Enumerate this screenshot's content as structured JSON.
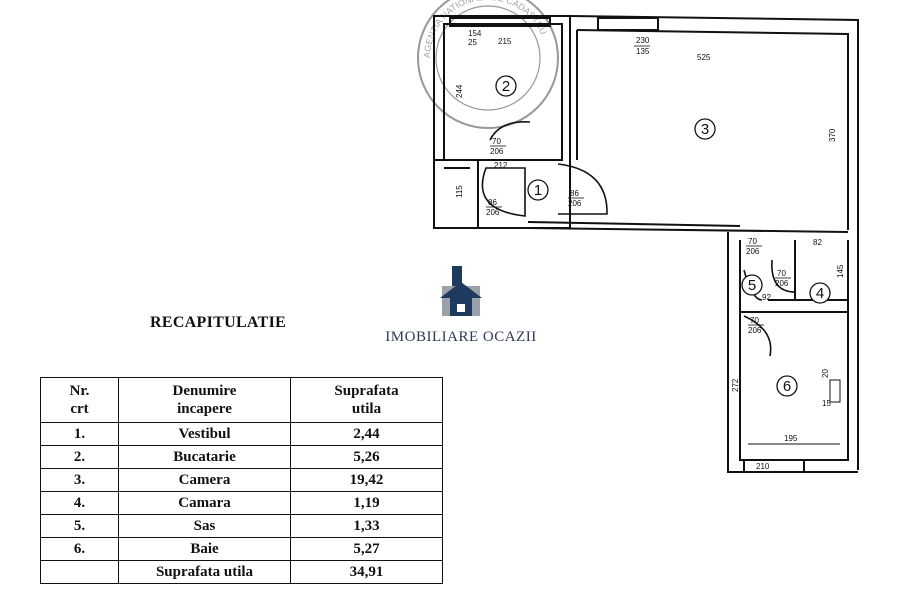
{
  "recap": {
    "title": "RECAPITULATIE",
    "headers": {
      "nr_line1": "Nr.",
      "nr_line2": "crt",
      "name_line1": "Denumire",
      "name_line2": "incapere",
      "area_line1": "Suprafata",
      "area_line2": "utila"
    },
    "rows": [
      {
        "nr": "1.",
        "name": "Vestibul",
        "area": "2,44"
      },
      {
        "nr": "2.",
        "name": "Bucatarie",
        "area": "5,26"
      },
      {
        "nr": "3.",
        "name": "Camera",
        "area": "19,42"
      },
      {
        "nr": "4.",
        "name": "Camara",
        "area": "1,19"
      },
      {
        "nr": "5.",
        "name": "Sas",
        "area": "1,33"
      },
      {
        "nr": "6.",
        "name": "Baie",
        "area": "5,27"
      }
    ],
    "total": {
      "label": "Suprafata utila",
      "area": "34,91"
    }
  },
  "watermark": {
    "text": "IMOBILIARE OCAZII"
  },
  "plan": {
    "room_numbers": [
      "1",
      "2",
      "3",
      "4",
      "5",
      "6"
    ],
    "dims": {
      "d215": "215",
      "d154": "154",
      "d25": "25",
      "d244": "244",
      "d230": "230",
      "d135": "135",
      "d525": "525",
      "d370": "370",
      "d70a": "70",
      "d206a": "206",
      "d212": "212",
      "d115": "115",
      "d86a": "86",
      "d206b": "206",
      "d86b": "86",
      "d206c": "206",
      "d70b": "70",
      "d206d": "206",
      "d82": "82",
      "d70c": "70",
      "d206e": "206",
      "d145": "145",
      "d92": "92",
      "d70d": "70",
      "d206f": "206",
      "d272": "272",
      "d20": "20",
      "d15": "15",
      "d195": "195",
      "d210": "210"
    },
    "stamp_text": "AGENTIA NATIONALA DE CADASTRU"
  }
}
